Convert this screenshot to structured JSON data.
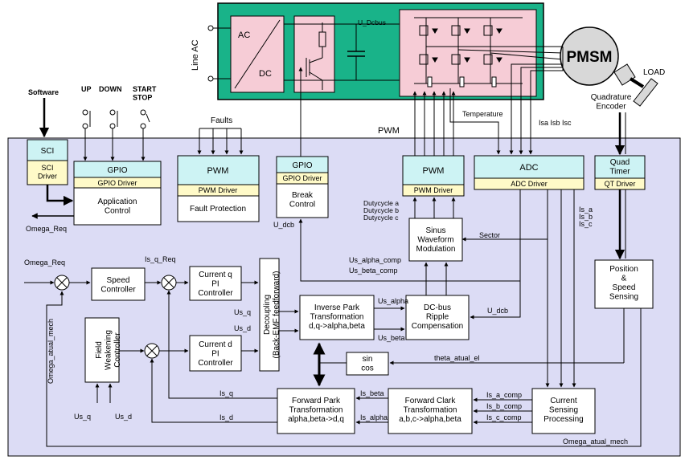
{
  "colors": {
    "power_green": "#19b389",
    "block_pink": "#f6ccd6",
    "control_panel": "#dcdcf5",
    "periph_cyan": "#cdf3f4",
    "driver_yellow": "#fffac8",
    "motor_grey": "#d8d8d8",
    "stroke": "#000000"
  },
  "icons": {
    "sum_junction": "circle-with-x",
    "switch": "push-button-switch-symbol",
    "transistor": "mosfet-symbol",
    "capacitor": "capacitor-symbol",
    "resistor": "resistor-symbol"
  },
  "power_stage": {
    "line_ac": "Line AC",
    "ac": "AC",
    "dc": "DC",
    "u_dcbus": "U_Dcbus",
    "motor": "PMSM",
    "load": "LOAD",
    "encoder": "Quadrature\nEncoder",
    "temperature": "Temperature",
    "isaisbisc": "Isa Isb Isc",
    "pwm": "PWM"
  },
  "inputs": {
    "software": "Software",
    "up": "UP",
    "down": "DOWN",
    "start_stop": "START\nSTOP",
    "faults": "Faults"
  },
  "peripherals": {
    "sci": {
      "title": "SCI",
      "driver": "SCI\nDriver"
    },
    "gpio1": {
      "title": "GPIO",
      "driver": "GPIO Driver",
      "body": "Application\nControl"
    },
    "pwm1": {
      "title": "PWM",
      "driver": "PWM Driver",
      "body": "Fault Protection"
    },
    "gpio2": {
      "title": "GPIO",
      "driver": "GPIO Driver",
      "body": "Break\nControl"
    },
    "pwm2": {
      "title": "PWM",
      "driver": "PWM Driver"
    },
    "adc": {
      "title": "ADC",
      "driver": "ADC Driver"
    },
    "qt": {
      "title": "Quad\nTimer",
      "driver": "QT Driver"
    }
  },
  "blocks": {
    "speed_ctrl": "Speed\nController",
    "current_q": "Current q\nPI\nController",
    "current_d": "Current d\nPI\nController",
    "field_weak": "Field\nWeakening\nController",
    "decoupling": "Decoupling\n(Back-EMF feedforward)",
    "inv_park": "Inverse Park\nTransformation\nd,q->alpha,beta",
    "dcbus_ripple": "DC-bus\nRipple\nCompensation",
    "sinus": "Sinus\nWaveform\nModulation",
    "sincos": "sin\ncos",
    "pos_speed": "Position\n&\nSpeed\nSensing",
    "fwd_park": "Forward Park\nTransformation\nalpha,beta->d,q",
    "fwd_clark": "Forward Clark\nTransformation\na,b,c->alpha,beta",
    "current_sense": "Current\nSensing\nProcessing"
  },
  "signals": {
    "omega_req_out": "Omega_Req",
    "omega_req_in": "Omega_Req",
    "omega_atual_mech_left": "Omega_atual_mech",
    "omega_atual_mech_bottom": "Omega_atual_mech",
    "is_q_req": "Is_q_Req",
    "us_q": "Us_q",
    "us_d": "Us_d",
    "us_q_in": "Us_q",
    "us_d_in": "Us_d",
    "us_alpha": "Us_alpha",
    "us_beta": "Us_beta",
    "us_alpha_comp": "Us_alpha_comp",
    "us_beta_comp": "Us_beta_comp",
    "u_dcb_top": "U_dcb",
    "u_dcb_mid": "U_dcb",
    "dutycycle_a": "Dutycycle a",
    "dutycycle_b": "Dutycycle b",
    "dutycycle_c": "Dutycycle c",
    "sector": "Sector",
    "is_a": "Is_a",
    "is_b": "Is_b",
    "is_c": "Is_c",
    "theta": "theta_atual_el",
    "is_beta": "Is_beta",
    "is_alpha": "Is_alpha",
    "is_q": "Is_q",
    "is_d": "Is_d",
    "is_a_comp": "Is_a_comp",
    "is_b_comp": "Is_b_comp",
    "is_c_comp": "Is_c_comp"
  }
}
